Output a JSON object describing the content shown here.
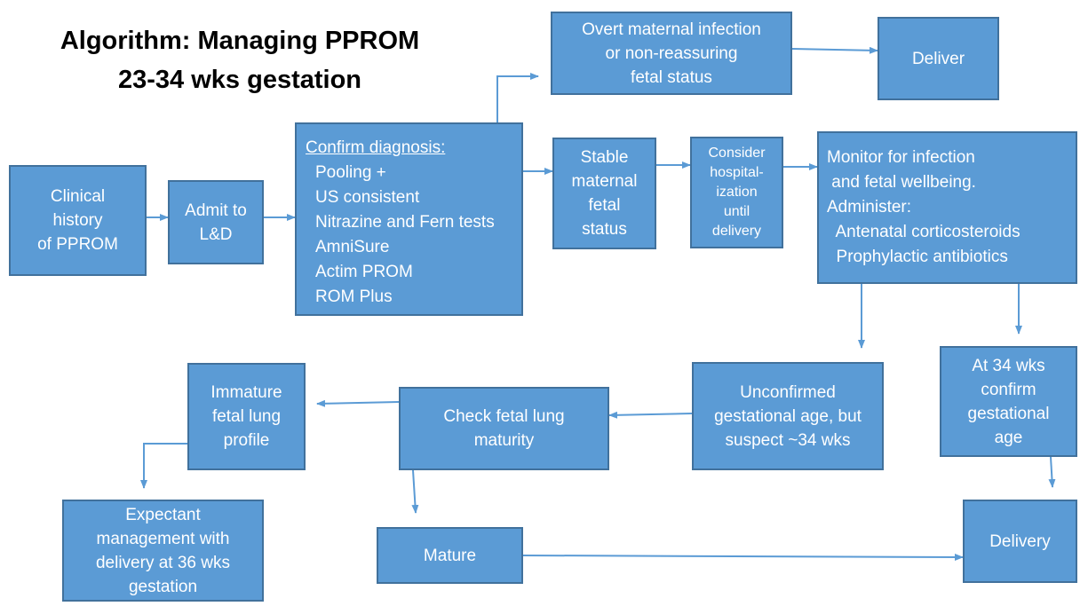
{
  "title": {
    "line1": "Algorithm:  Managing PPROM",
    "line2": "23-34 wks gestation"
  },
  "boxes": {
    "clinical": [
      "Clinical",
      "history",
      "of PPROM"
    ],
    "admit": [
      "Admit to",
      "L&D"
    ],
    "confirm": {
      "heading": "Confirm diagnosis:",
      "items": [
        "Pooling +",
        "US consistent",
        "Nitrazine and Fern tests",
        "AmniSure",
        "Actim PROM",
        "ROM Plus"
      ]
    },
    "overt": [
      "Overt maternal infection",
      "or non-reassuring",
      "fetal status"
    ],
    "deliver": [
      "Deliver"
    ],
    "stable": [
      "Stable",
      "maternal",
      "fetal",
      "status"
    ],
    "consider": [
      "Consider",
      "hospital-",
      "ization",
      "until",
      "delivery"
    ],
    "monitor": [
      "Monitor for infection",
      " and fetal wellbeing.",
      "Administer:",
      "  Antenatal corticosteroids",
      "  Prophylactic antibiotics"
    ],
    "unconfirmed": [
      "Unconfirmed",
      "gestational age, but",
      "suspect ~34 wks"
    ],
    "at34": [
      "At 34 wks",
      "confirm",
      "gestational",
      "age"
    ],
    "check": [
      "Check fetal lung",
      "maturity"
    ],
    "immature": [
      "Immature",
      "fetal lung",
      "profile"
    ],
    "expectant": [
      "Expectant",
      "management with",
      "delivery at 36 wks",
      "gestation"
    ],
    "mature": [
      "Mature"
    ],
    "delivery": [
      "Delivery"
    ]
  },
  "colors": {
    "box_fill": "#5b9bd5",
    "box_border": "#41719c",
    "box_text": "#ffffff",
    "arrow": "#5b9bd5"
  }
}
